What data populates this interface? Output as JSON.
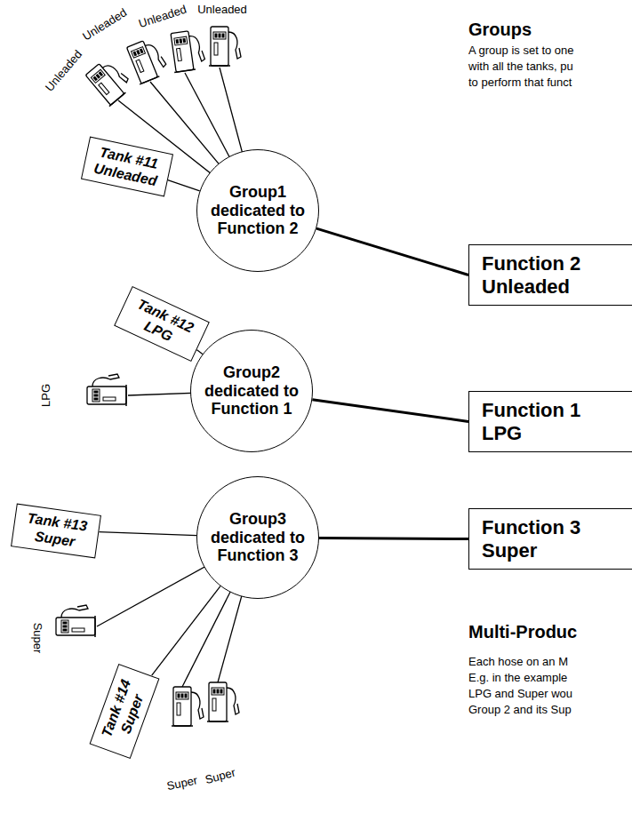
{
  "diagram": {
    "nodes": [
      {
        "text": [
          "Tank #11 Unleaded"
        ]
      },
      {
        "text": [
          "Group1 dedicated to Function 2"
        ]
      },
      {
        "text": [
          "Function 2 Unleaded"
        ]
      },
      {
        "text": [
          "Tank #12 LPG"
        ]
      },
      {
        "text": [
          "Group2 dedicated to Function 1"
        ]
      },
      {
        "text": [
          "Function 1 LPG"
        ]
      },
      {
        "text": [
          "Tank #13 Super"
        ]
      },
      {
        "text": [
          "Group3 dedicated to Function 3"
        ]
      },
      {
        "text": [
          "Function 3 Super"
        ]
      },
      {
        "text": [
          "Tank #14 Super"
        ]
      }
    ],
    "edges": [
      {
        "from": 0,
        "to": 1,
        "arrow": "none"
      },
      {
        "from": 1,
        "to": 2,
        "arrow": "none"
      },
      {
        "from": 3,
        "to": 4,
        "arrow": "none"
      },
      {
        "from": 4,
        "to": 5,
        "arrow": "none"
      },
      {
        "from": 6,
        "to": 7,
        "arrow": "none"
      },
      {
        "from": 7,
        "to": 8,
        "arrow": "none"
      },
      {
        "from": 9,
        "to": 7,
        "arrow": "none"
      }
    ],
    "labels": [
      "Groups",
      "A group is set to one",
      "with all the tanks, pu",
      "to perform that funct",
      "Unleaded",
      "Unleaded",
      "Unleaded",
      "Unleaded",
      "LPG",
      "Super",
      "Super",
      "Super",
      "Multi-Produc",
      "Each hose on an M",
      "E.g. in the example",
      "LPG and Super wou",
      "Group 2 and its Sup"
    ]
  }
}
